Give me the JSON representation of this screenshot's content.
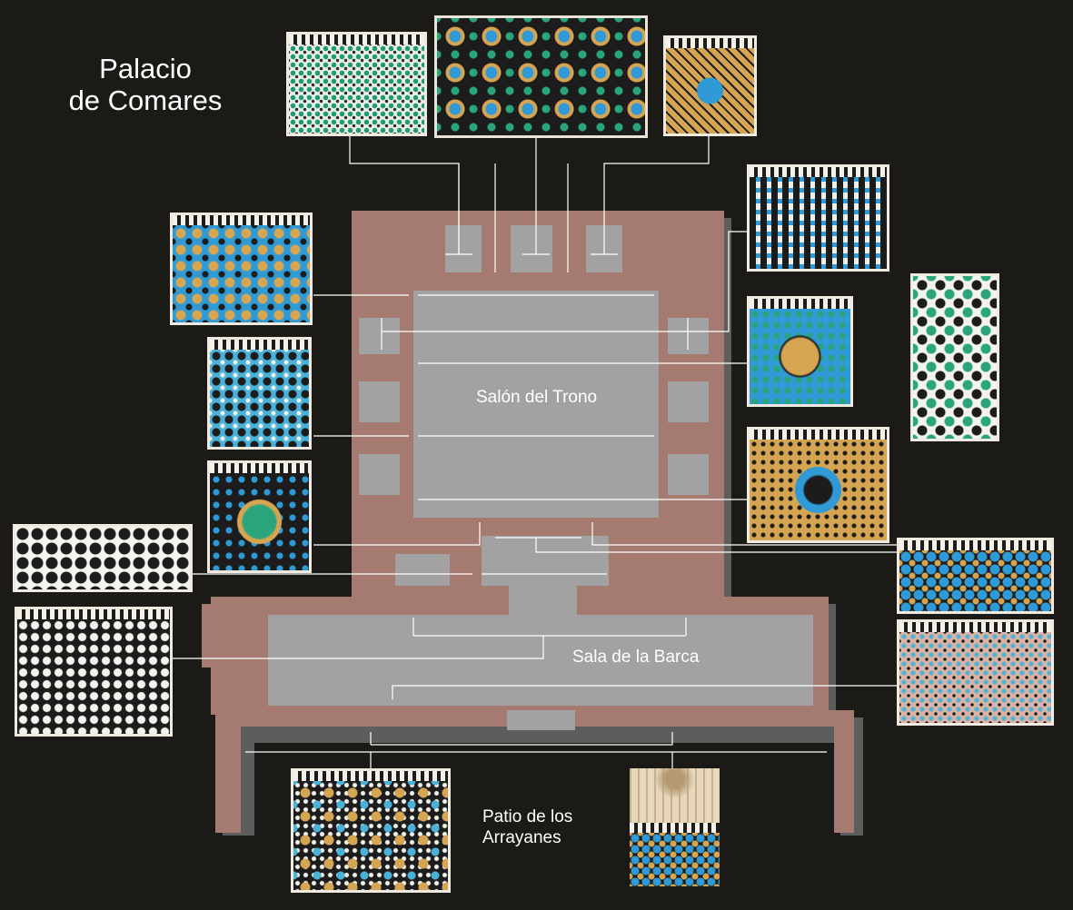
{
  "title": {
    "line1": "Palacio",
    "line2": "de Comares"
  },
  "rooms": {
    "throne": "Salón del Trono",
    "barca": "Sala de la Barca",
    "patio_line1": "Patio de los",
    "patio_line2": "Arrayanes"
  },
  "colors": {
    "background": "#1b1a17",
    "wall": "#a57a70",
    "wall_shadow": "#5d5d5d",
    "room": "#a2a2a2",
    "arrow": "#ffffff",
    "tile_blue": "#2f9ad6",
    "tile_green": "#2aa57b",
    "tile_ochre": "#d6a552",
    "tile_black": "#1d1d1d"
  },
  "tile_panels": [
    {
      "name": "tile-panel-green-lattice",
      "pattern": "green-lattice"
    },
    {
      "name": "tile-panel-star-rosettes",
      "pattern": "star-rosettes"
    },
    {
      "name": "tile-panel-ochre-square",
      "pattern": "ochre-square"
    },
    {
      "name": "tile-panel-blue-interlace",
      "pattern": "blue-interlace"
    },
    {
      "name": "tile-panel-multicolor-star",
      "pattern": "multicolor-star"
    },
    {
      "name": "tile-panel-green-black-tessellation",
      "pattern": "green-black-tessellation"
    },
    {
      "name": "tile-panel-blue-star-grid",
      "pattern": "blue-star-grid"
    },
    {
      "name": "tile-panel-rosette-square",
      "pattern": "rosette-square"
    },
    {
      "name": "tile-panel-dark-star-square",
      "pattern": "dark-star-square"
    },
    {
      "name": "tile-panel-ochre-framed-rosette",
      "pattern": "ochre-framed-rosette"
    },
    {
      "name": "tile-panel-black-white-stars",
      "pattern": "black-white-stars"
    },
    {
      "name": "tile-panel-blue-green-band",
      "pattern": "blue-green-band"
    },
    {
      "name": "tile-panel-black-white-field",
      "pattern": "black-white-field"
    },
    {
      "name": "tile-panel-pink-lattice",
      "pattern": "pink-lattice"
    },
    {
      "name": "tile-panel-patio-triangles",
      "pattern": "patio-triangles"
    },
    {
      "name": "tile-panel-stucco-arcade",
      "pattern": "stucco-arcade"
    }
  ]
}
